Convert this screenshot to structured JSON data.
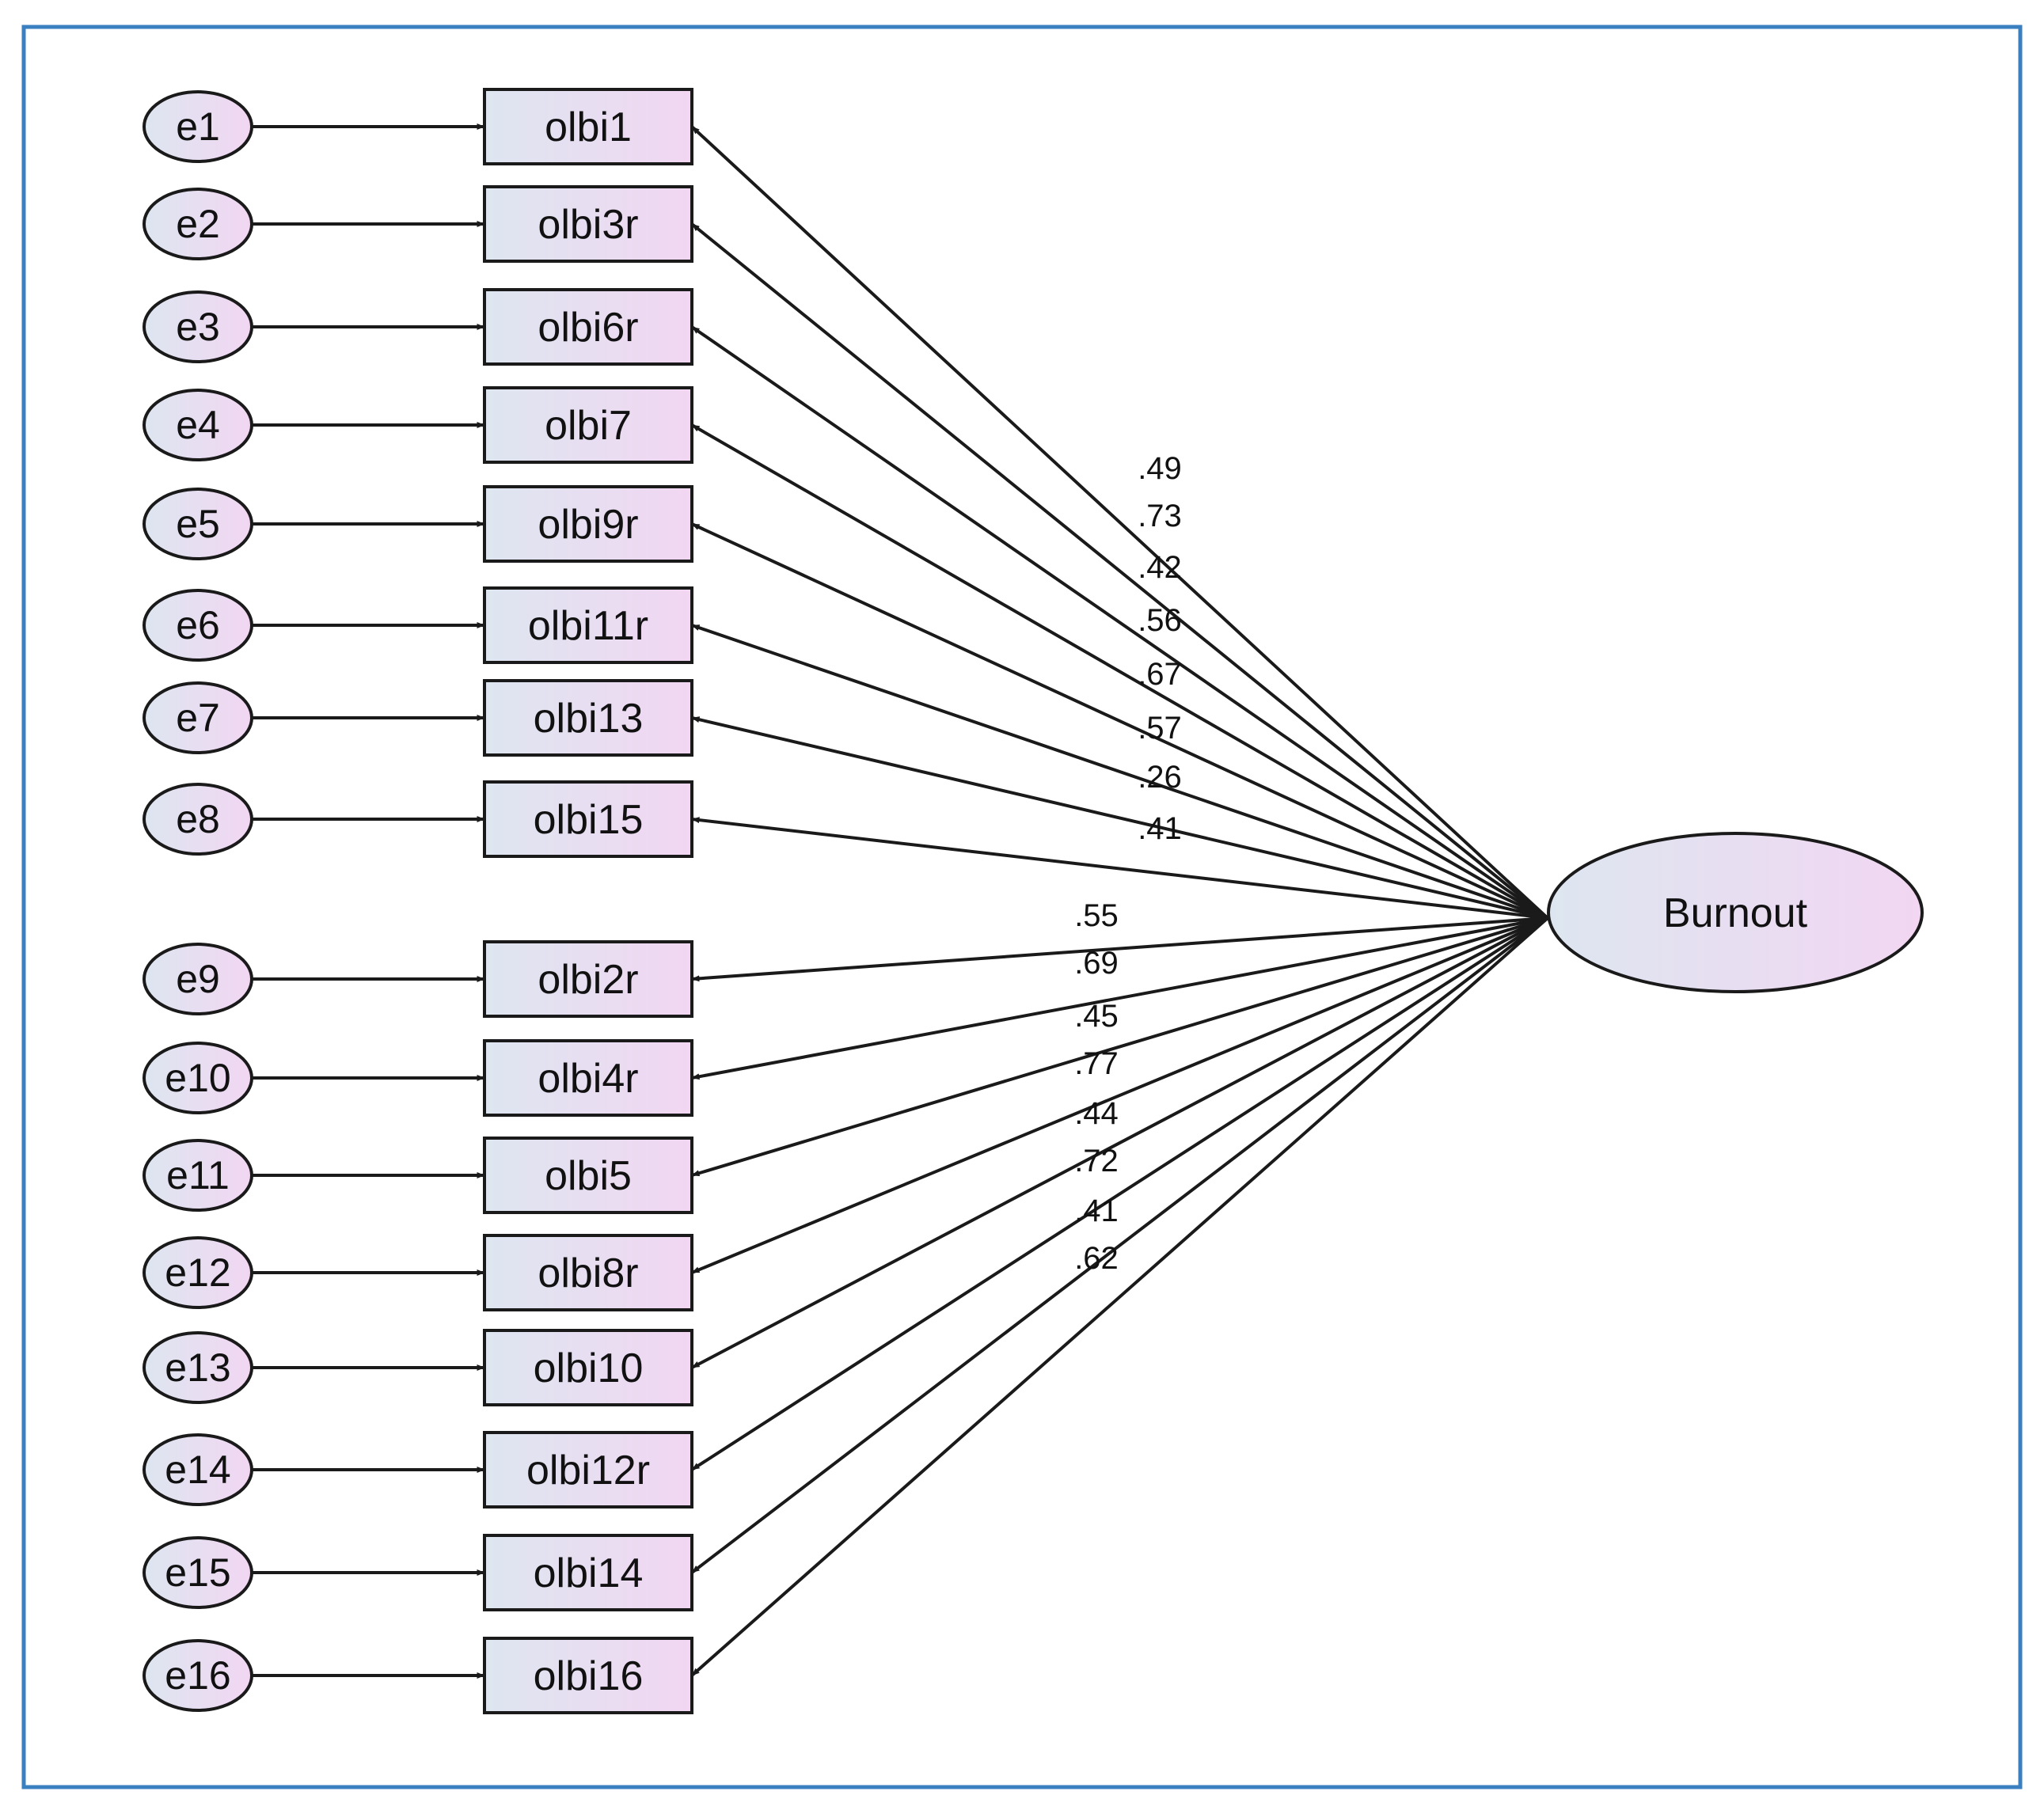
{
  "diagram": {
    "latent": {
      "label": "Burnout"
    },
    "loadings": [
      {
        "error": "e1",
        "indicator": "olbi1",
        "coefficient": ".49"
      },
      {
        "error": "e2",
        "indicator": "olbi3r",
        "coefficient": ".73"
      },
      {
        "error": "e3",
        "indicator": "olbi6r",
        "coefficient": ".42"
      },
      {
        "error": "e4",
        "indicator": "olbi7",
        "coefficient": ".56"
      },
      {
        "error": "e5",
        "indicator": "olbi9r",
        "coefficient": ".67"
      },
      {
        "error": "e6",
        "indicator": "olbi11r",
        "coefficient": ".57"
      },
      {
        "error": "e7",
        "indicator": "olbi13",
        "coefficient": ".26"
      },
      {
        "error": "e8",
        "indicator": "olbi15",
        "coefficient": ".41"
      },
      {
        "error": "e9",
        "indicator": "olbi2r",
        "coefficient": ".55"
      },
      {
        "error": "e10",
        "indicator": "olbi4r",
        "coefficient": ".69"
      },
      {
        "error": "e11",
        "indicator": "olbi5",
        "coefficient": ".45"
      },
      {
        "error": "e12",
        "indicator": "olbi8r",
        "coefficient": ".77"
      },
      {
        "error": "e13",
        "indicator": "olbi10",
        "coefficient": ".44"
      },
      {
        "error": "e14",
        "indicator": "olbi12r",
        "coefficient": ".72"
      },
      {
        "error": "e15",
        "indicator": "olbi14",
        "coefficient": ".41"
      },
      {
        "error": "e16",
        "indicator": "olbi16",
        "coefficient": ".62"
      }
    ]
  },
  "colors": {
    "frame": "#3a7fc0",
    "node_fill_light": "#dde6f0",
    "node_fill_pink": "#f2d6f2",
    "stroke": "#1a1a1a"
  }
}
